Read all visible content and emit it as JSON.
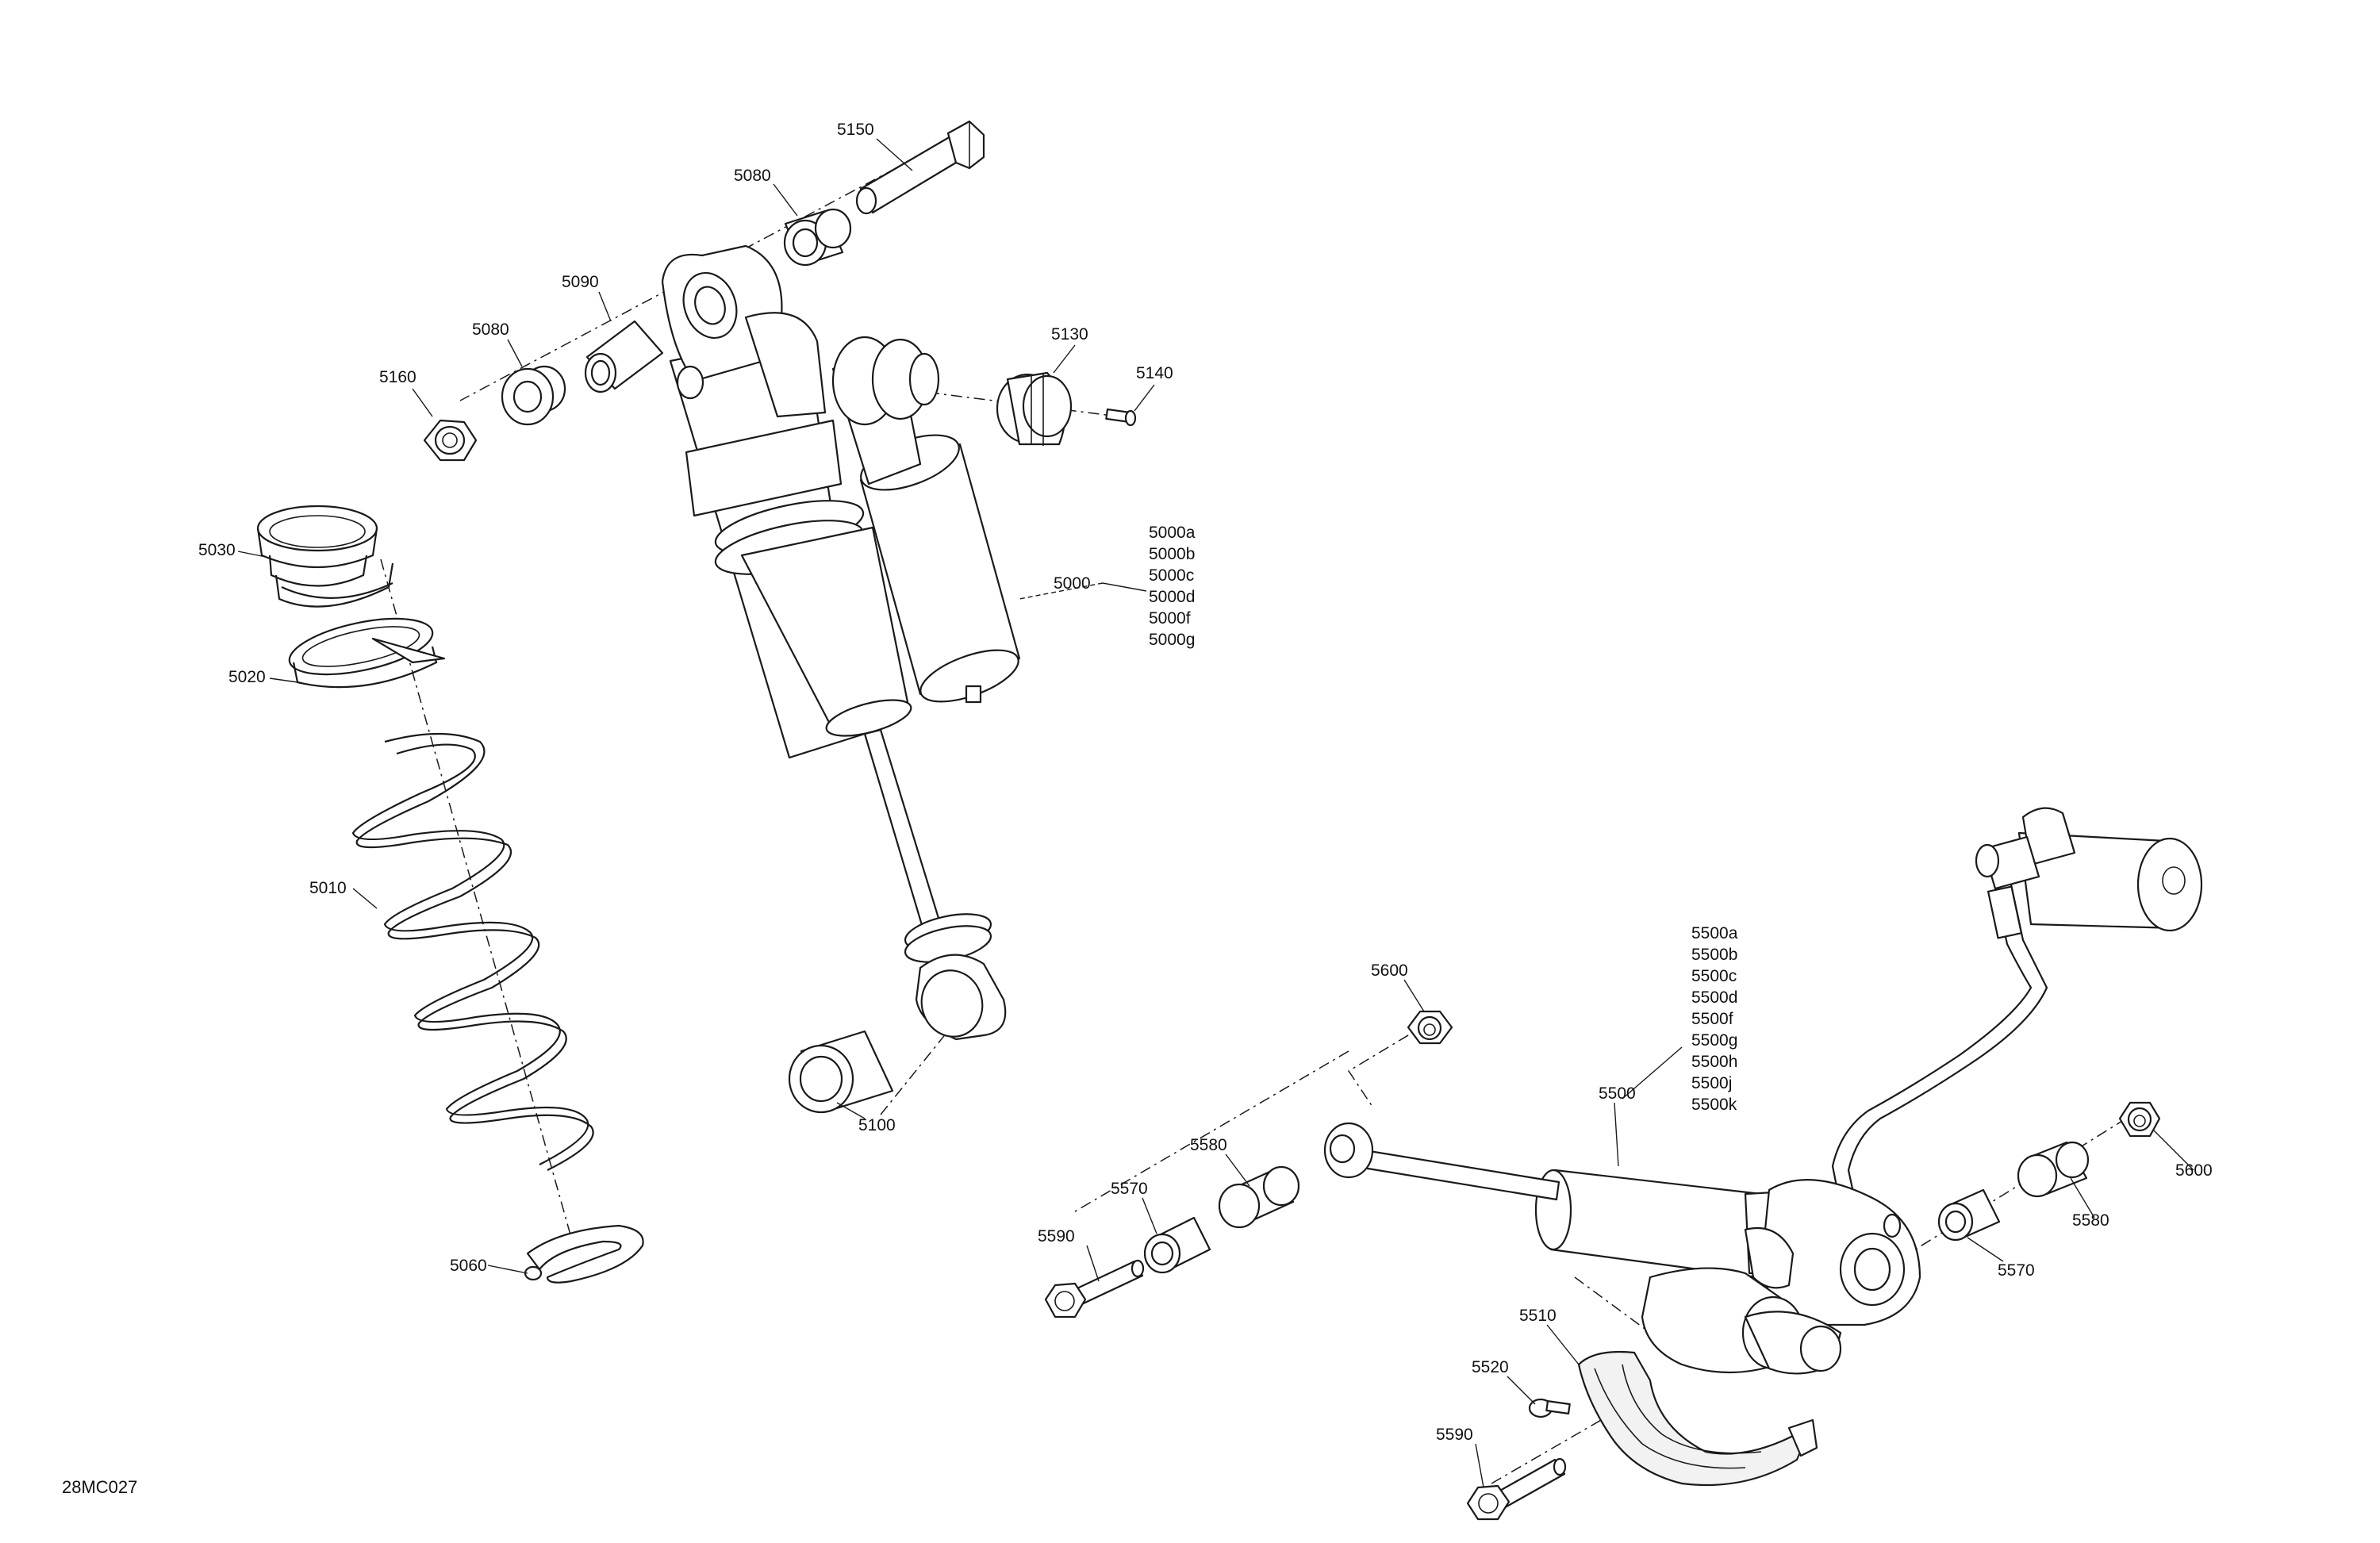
{
  "reference_code": "28MC027",
  "callouts": {
    "p5150": "5150",
    "p5080a": "5080",
    "p5090": "5090",
    "p5080b": "5080",
    "p5160": "5160",
    "p5130": "5130",
    "p5140": "5140",
    "p5030": "5030",
    "p5020": "5020",
    "p5010": "5010",
    "p5060": "5060",
    "p5000": "5000",
    "p5100": "5100",
    "p5600a": "5600",
    "p5500": "5500",
    "p5580a": "5580",
    "p5570a": "5570",
    "p5590a": "5590",
    "p5510": "5510",
    "p5520": "5520",
    "p5590b": "5590",
    "p5600b": "5600",
    "p5580b": "5580",
    "p5570b": "5570"
  },
  "variants_5000": [
    "5000a",
    "5000b",
    "5000c",
    "5000d",
    "5000f",
    "5000g"
  ],
  "variants_5500": [
    "5500a",
    "5500b",
    "5500c",
    "5500d",
    "5500f",
    "5500g",
    "5500h",
    "5500j",
    "5500k"
  ]
}
